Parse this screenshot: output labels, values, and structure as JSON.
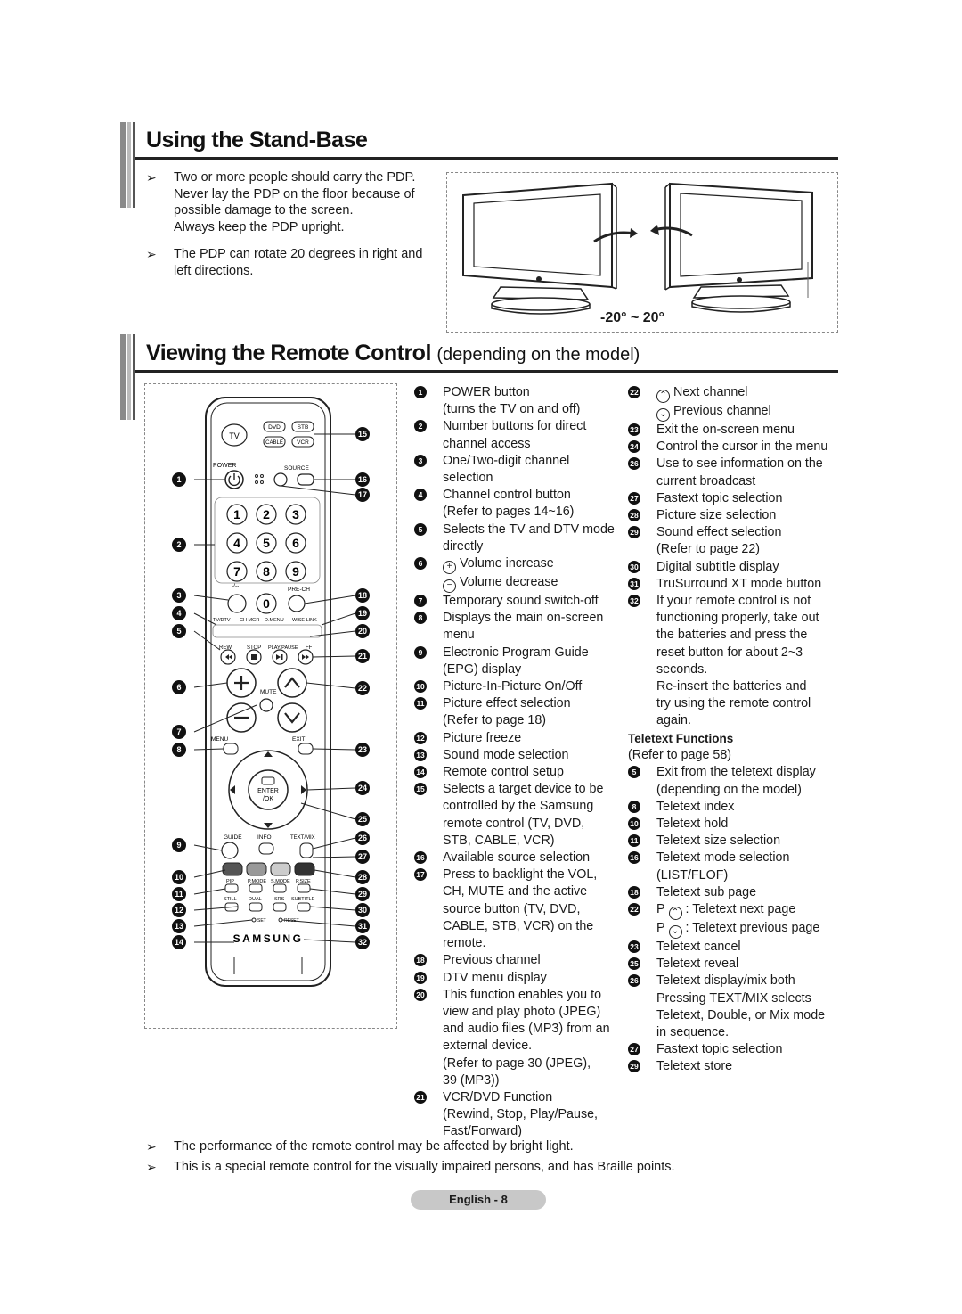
{
  "section1": {
    "title": "Using the Stand-Base",
    "notes": [
      [
        "Two or more people should carry the PDP.",
        "Never lay the PDP on the floor because of",
        "possible damage to the screen.",
        "Always keep the PDP upright."
      ],
      [
        "The PDP can rotate 20 degrees in right and",
        "left directions."
      ]
    ],
    "rotation_label": "-20° ~ 20°"
  },
  "section2": {
    "title": "Viewing the Remote Control",
    "subtitle": "(depending on the model)"
  },
  "remote": {
    "brand": "SAMSUNG",
    "labels": {
      "tv": "TV",
      "dvd": "DVD",
      "stb": "STB",
      "cable": "CABLE",
      "vcr": "VCR",
      "power": "POWER",
      "source": "SOURCE",
      "prech": "PRE-CH",
      "dash": "-/--",
      "tvdtv": "TV/DTV",
      "chmgr": "CH MGR",
      "dmenu": "D.MENU",
      "wiselink": "WISE LINK",
      "rew": "REW",
      "stop": "STOP",
      "playpause": "PLAY/PAUSE",
      "ff": "FF",
      "mute": "MUTE",
      "menu": "MENU",
      "exit": "EXIT",
      "enter": "ENTER",
      "ok": "/OK",
      "guide": "GUIDE",
      "info": "INFO",
      "textmix": "TEXT/MIX",
      "pip": "PIP",
      "pmode": "P.MODE",
      "smode": "S.MODE",
      "psize": "P.SIZE",
      "still": "STILL",
      "dual": "DUAL",
      "srs": "SRS",
      "subtitle": "SUBTITLE",
      "set": "SET",
      "reset": "RESET"
    },
    "digits": [
      "1",
      "2",
      "3",
      "4",
      "5",
      "6",
      "7",
      "8",
      "9",
      "0"
    ],
    "callouts": [
      "1",
      "2",
      "3",
      "4",
      "5",
      "6",
      "7",
      "8",
      "9",
      "10",
      "11",
      "12",
      "13",
      "14",
      "15",
      "16",
      "17",
      "18",
      "19",
      "20",
      "21",
      "22",
      "23",
      "24",
      "25",
      "26",
      "27",
      "28",
      "29",
      "30",
      "31",
      "32"
    ]
  },
  "list_col1": [
    {
      "n": "1",
      "lines": [
        "POWER button",
        "(turns the TV on and off)"
      ]
    },
    {
      "n": "2",
      "lines": [
        "Number buttons for direct",
        "channel access"
      ]
    },
    {
      "n": "3",
      "lines": [
        "One/Two-digit channel",
        "selection"
      ]
    },
    {
      "n": "4",
      "lines": [
        "Channel control button",
        "(Refer to pages 14~16)"
      ]
    },
    {
      "n": "5",
      "lines": [
        "Selects the TV and DTV mode",
        "directly"
      ]
    },
    {
      "n": "6",
      "lines": [
        "Volume increase",
        "Volume decrease"
      ]
    },
    {
      "n": "7",
      "lines": [
        "Temporary sound switch-off"
      ]
    },
    {
      "n": "8",
      "lines": [
        "Displays the main on-screen",
        "menu"
      ]
    },
    {
      "n": "9",
      "lines": [
        "Electronic Program Guide",
        "(EPG) display"
      ]
    },
    {
      "n": "10",
      "lines": [
        "Picture-In-Picture On/Off"
      ]
    },
    {
      "n": "11",
      "lines": [
        "Picture effect selection",
        "(Refer to page 18)"
      ]
    },
    {
      "n": "12",
      "lines": [
        "Picture freeze"
      ]
    },
    {
      "n": "13",
      "lines": [
        "Sound mode selection"
      ]
    },
    {
      "n": "14",
      "lines": [
        "Remote control setup"
      ]
    },
    {
      "n": "15",
      "lines": [
        "Selects a target device to be",
        "controlled by the Samsung",
        "remote control (TV, DVD,",
        "STB, CABLE, VCR)"
      ]
    },
    {
      "n": "16",
      "lines": [
        "Available source selection"
      ]
    },
    {
      "n": "17",
      "lines": [
        "Press to backlight the VOL,",
        "CH, MUTE and the active",
        "source button (TV, DVD,",
        "CABLE, STB, VCR) on the",
        "remote."
      ]
    },
    {
      "n": "18",
      "lines": [
        "Previous channel"
      ]
    },
    {
      "n": "19",
      "lines": [
        "DTV menu display"
      ]
    },
    {
      "n": "20",
      "lines": [
        "This function enables you to",
        "view and play photo (JPEG)",
        "and audio files (MP3) from an",
        "external device.",
        "(Refer to page 30 (JPEG),",
        "39 (MP3))"
      ]
    },
    {
      "n": "21",
      "lines": [
        "VCR/DVD Function",
        "(Rewind, Stop, Play/Pause,",
        "Fast/Forward)"
      ]
    }
  ],
  "list_col2": [
    {
      "n": "22",
      "lines": [
        "Next channel",
        "Previous channel"
      ]
    },
    {
      "n": "23",
      "lines": [
        "Exit the on-screen menu"
      ]
    },
    {
      "n": "24",
      "lines": [
        "Control the cursor in the menu"
      ]
    },
    {
      "n": "26",
      "lines": [
        "Use to see information on the",
        "current broadcast"
      ]
    },
    {
      "n": "27",
      "lines": [
        "Fastext topic selection"
      ]
    },
    {
      "n": "28",
      "lines": [
        "Picture size selection"
      ]
    },
    {
      "n": "29",
      "lines": [
        "Sound effect selection",
        "(Refer to page 22)"
      ]
    },
    {
      "n": "30",
      "lines": [
        "Digital subtitle display"
      ]
    },
    {
      "n": "31",
      "lines": [
        "TruSurround XT mode button"
      ]
    },
    {
      "n": "32",
      "lines": [
        "If your remote control is not",
        "functioning properly, take out",
        "the batteries and press the",
        "reset button for about 2~3",
        "seconds.",
        "Re-insert the batteries and",
        "try using the remote control",
        "again."
      ]
    }
  ],
  "teletext": {
    "heading": "Teletext Functions",
    "ref": "(Refer to page 58)",
    "items": [
      {
        "n": "5",
        "lines": [
          "Exit from the teletext display",
          "(depending on the model)"
        ]
      },
      {
        "n": "8",
        "lines": [
          "Teletext index"
        ]
      },
      {
        "n": "10",
        "lines": [
          "Teletext hold"
        ]
      },
      {
        "n": "11",
        "lines": [
          "Teletext size selection"
        ]
      },
      {
        "n": "16",
        "lines": [
          "Teletext mode selection",
          "(LIST/FLOF)"
        ]
      },
      {
        "n": "18",
        "lines": [
          "Teletext sub page"
        ]
      },
      {
        "n": "22",
        "lines": [
          "P",
          ": Teletext next page",
          "P",
          ": Teletext previous page"
        ]
      },
      {
        "n": "23",
        "lines": [
          "Teletext cancel"
        ]
      },
      {
        "n": "25",
        "lines": [
          "Teletext reveal"
        ]
      },
      {
        "n": "26",
        "lines": [
          "Teletext display/mix both",
          "Pressing TEXT/MIX selects",
          "Teletext, Double, or Mix mode",
          "in sequence."
        ]
      },
      {
        "n": "27",
        "lines": [
          "Fastext topic selection"
        ]
      },
      {
        "n": "29",
        "lines": [
          "Teletext store"
        ]
      }
    ]
  },
  "footnotes": [
    "The performance of the remote control may be affected by bright light.",
    "This is a special remote control for the visually impaired persons, and has Braille points."
  ],
  "page_label": "English - 8",
  "icons": [
    "arrow-bullet-icon",
    "plus-circle-icon",
    "minus-circle-icon",
    "chevron-up-circle-icon",
    "chevron-down-circle-icon"
  ]
}
